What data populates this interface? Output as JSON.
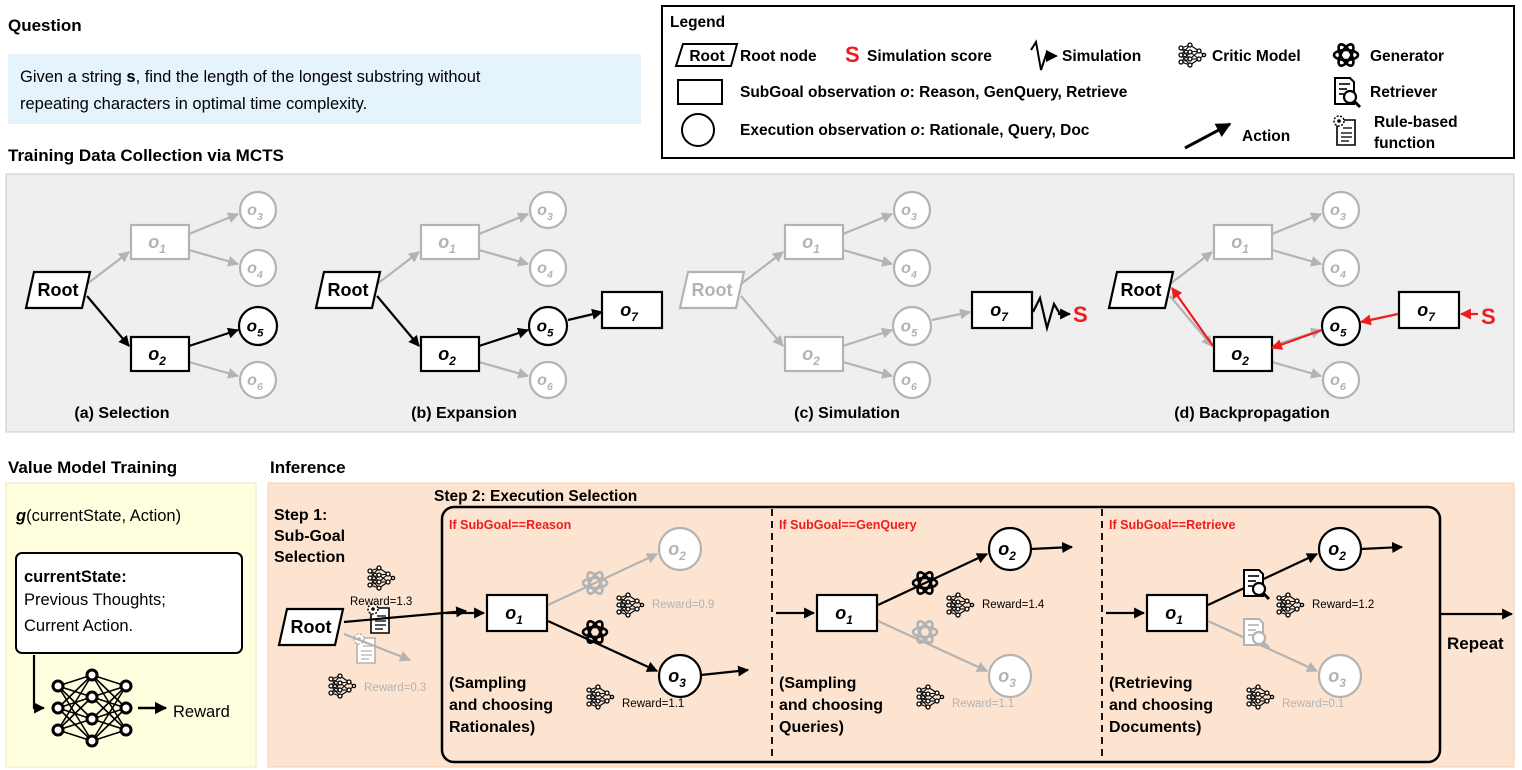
{
  "question": {
    "heading": "Question",
    "text_prefix": "Given a string ",
    "text_var": "s",
    "text_line1_rest": ", find the length of the longest substring without",
    "text_line2": "repeating characters in optimal time complexity."
  },
  "legend": {
    "title": "Legend",
    "root_symbol": "Root",
    "root_label": "Root node",
    "s_symbol": "S",
    "s_label": "Simulation score",
    "simulation_label": "Simulation",
    "critic_label": "Critic Model",
    "generator_label": "Generator",
    "subgoal_label_prefix": "SubGoal observation ",
    "subgoal_label_rest": ": Reason, GenQuery, Retrieve",
    "retriever_label": "Retriever",
    "execution_label_prefix": "Execution observation ",
    "execution_label_rest": ": Rationale, Query, Doc",
    "action_label": "Action",
    "rule_label_line1": "Rule-based",
    "rule_label_line2": "function",
    "o_var": "o"
  },
  "mcts": {
    "heading": "Training Data Collection via MCTS",
    "root_label": "Root",
    "s_symbol": "S",
    "node_letter": "o",
    "captions": [
      "(a) Selection",
      "(b) Expansion",
      "(c) Simulation",
      "(d) Backpropagation"
    ],
    "subscripts": [
      "1",
      "2",
      "3",
      "4",
      "5",
      "6",
      "7"
    ]
  },
  "value_model": {
    "heading": "Value Model Training",
    "func_name": "g",
    "func_args": "(currentState, Action)",
    "state_title": "currentState:",
    "state_line1": "Previous Thoughts;",
    "state_line2": "Current Action.",
    "output_label": "Reward"
  },
  "inference": {
    "heading": "Inference",
    "step1_lines": [
      "Step 1:",
      "Sub-Goal",
      "Selection"
    ],
    "step2_title": "Step 2: Execution Selection",
    "root_label": "Root",
    "reward_root_top": "Reward=1.3",
    "reward_root_bottom": "Reward=0.3",
    "repeat_label": "Repeat",
    "panels": [
      {
        "condition": "If SubGoal==Reason",
        "note_lines": [
          "(Sampling",
          "and choosing",
          "Rationales)"
        ],
        "reward_top": "Reward=0.9",
        "reward_bottom": "Reward=1.1"
      },
      {
        "condition": "If SubGoal==GenQuery",
        "note_lines": [
          "(Sampling",
          "and choosing",
          "Queries)"
        ],
        "reward_top": "Reward=1.4",
        "reward_bottom": "Reward=1.1"
      },
      {
        "condition": "If SubGoal==Retrieve",
        "note_lines": [
          "(Retrieving",
          "and choosing",
          "Documents)"
        ],
        "reward_top": "Reward=1.2",
        "reward_bottom": "Reward=0.1"
      }
    ]
  }
}
